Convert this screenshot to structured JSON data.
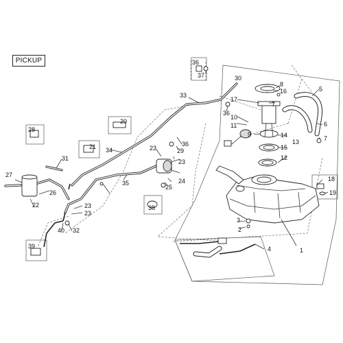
{
  "diagram": {
    "section_label": "PICKUP",
    "callouts": [
      "1",
      "2",
      "3",
      "4",
      "5",
      "6",
      "7",
      "7",
      "8",
      "9",
      "10",
      "11",
      "12",
      "13",
      "14",
      "15",
      "16",
      "17",
      "18",
      "19",
      "20",
      "21",
      "22",
      "23",
      "23",
      "23",
      "23",
      "24",
      "25",
      "26",
      "27",
      "28",
      "29",
      "30",
      "31",
      "32",
      "33",
      "34",
      "35",
      "36",
      "36",
      "36",
      "37",
      "38",
      "39",
      "40"
    ]
  }
}
